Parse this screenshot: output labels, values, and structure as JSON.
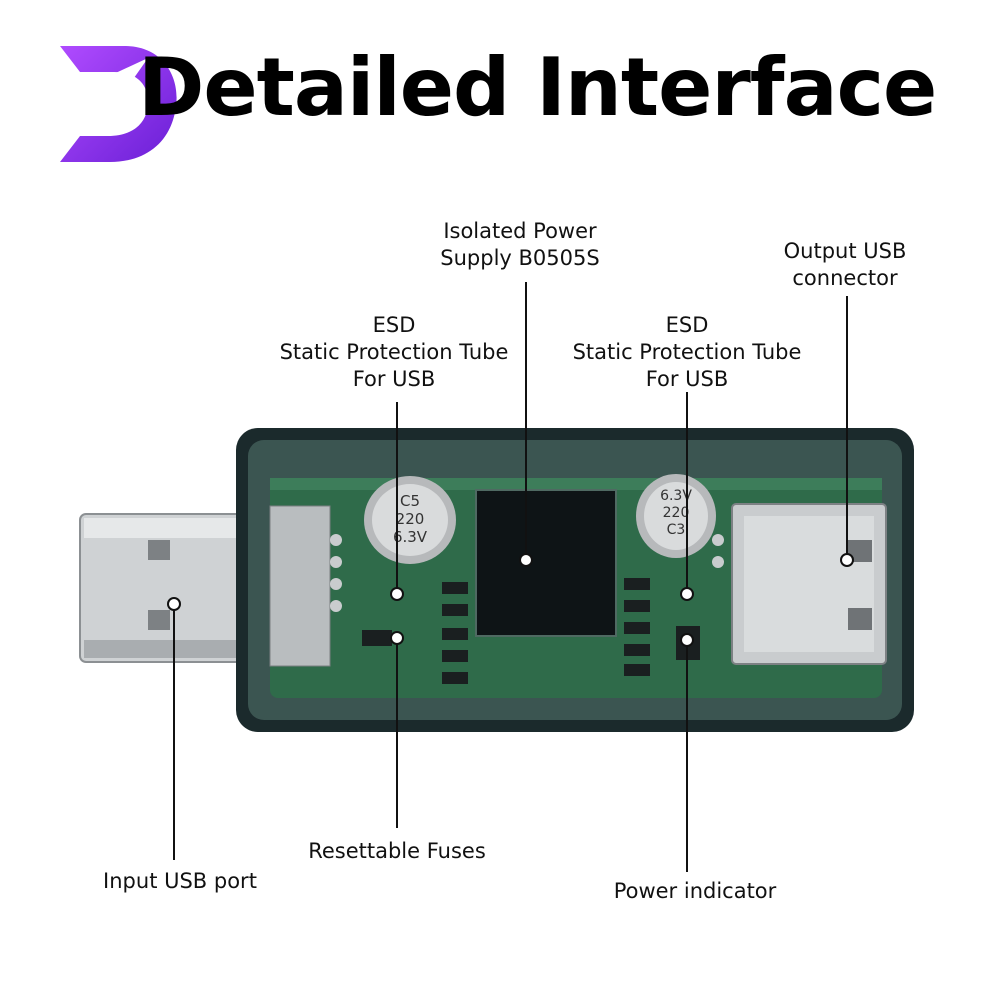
{
  "title": "Detailed Interface",
  "logo": {
    "letter": "D",
    "color": "#8a2be2"
  },
  "labels": {
    "isolated_power_line1": "Isolated Power",
    "isolated_power_line2": "Supply B0505S",
    "output_usb_line1": "Output USB",
    "output_usb_line2": "connector",
    "esd_left_line1": "ESD",
    "esd_left_line2": "Static Protection Tube",
    "esd_left_line3": "For USB",
    "esd_right_line1": "ESD",
    "esd_right_line2": "Static Protection Tube",
    "esd_right_line3": "For USB",
    "resettable_fuses": "Resettable Fuses",
    "input_usb": "Input USB port",
    "power_indicator": "Power indicator"
  },
  "capacitors": {
    "left": {
      "ref": "C5",
      "value": "220",
      "voltage": "6.3V"
    },
    "right": {
      "ref": "C3",
      "value": "220",
      "voltage": "6.3V"
    }
  },
  "colors": {
    "pcb": "#2f6b4a",
    "case": "#1b2a2c",
    "metal": "#c9ccce"
  }
}
